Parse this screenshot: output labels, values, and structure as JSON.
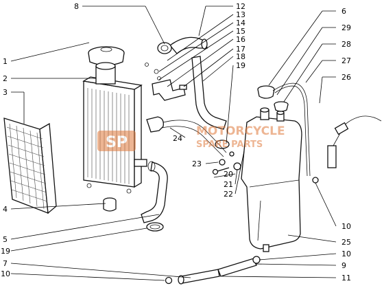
{
  "watermark": {
    "brand_text": "MOTORCYCLE",
    "sub_text": "SPARE PARTS",
    "logo_text": "SP",
    "color": "#e07a3c"
  },
  "callouts": {
    "c1": "1",
    "c2": "2",
    "c3": "3",
    "c4": "4",
    "c5": "5",
    "c6": "6",
    "c7": "7",
    "c8": "8",
    "c9": "9",
    "c10a": "10",
    "c10b": "10",
    "c10c": "10",
    "c11": "11",
    "c12": "12",
    "c13": "13",
    "c14": "14",
    "c15": "15",
    "c16": "16",
    "c17": "17",
    "c18": "18",
    "c19a": "19",
    "c19b": "19",
    "c20": "20",
    "c21": "21",
    "c22": "22",
    "c23": "23",
    "c24": "24",
    "c25": "25",
    "c26": "26",
    "c27": "27",
    "c28": "28",
    "c29": "29"
  }
}
